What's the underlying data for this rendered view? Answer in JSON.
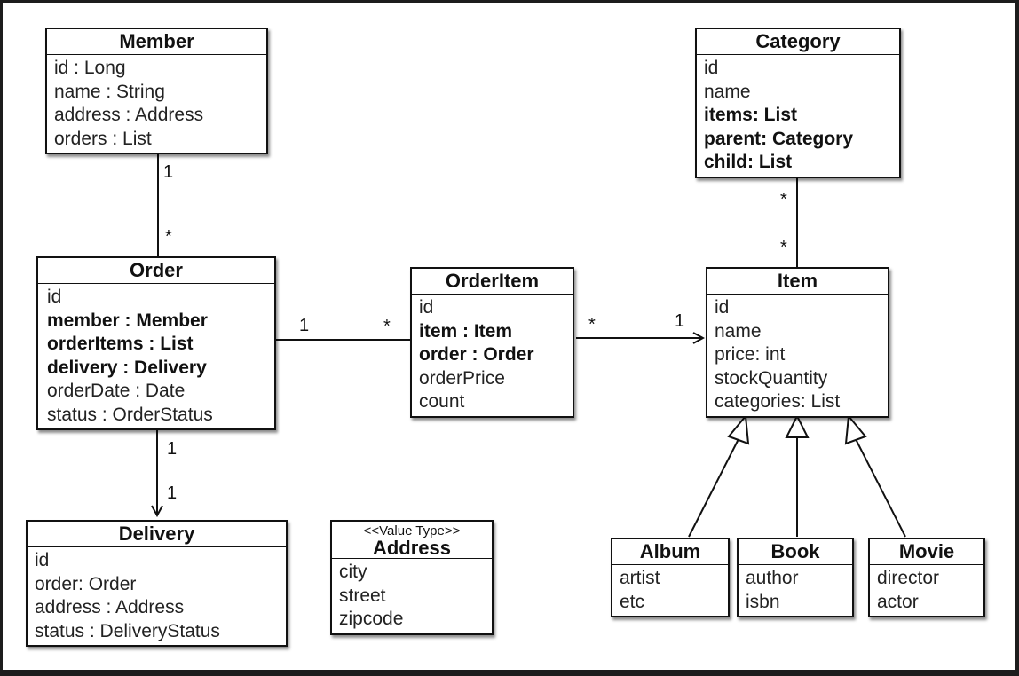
{
  "classes": {
    "member": {
      "name": "Member",
      "attributes": [
        {
          "text": "id : Long",
          "bold": false
        },
        {
          "text": "name : String",
          "bold": false
        },
        {
          "text": "address : Address",
          "bold": false
        },
        {
          "text": "orders : List",
          "bold": false
        }
      ]
    },
    "order": {
      "name": "Order",
      "attributes": [
        {
          "text": "id",
          "bold": false
        },
        {
          "text": "member : Member",
          "bold": true
        },
        {
          "text": "orderItems : List",
          "bold": true
        },
        {
          "text": "delivery : Delivery",
          "bold": true
        },
        {
          "text": "orderDate : Date",
          "bold": false
        },
        {
          "text": "status : OrderStatus",
          "bold": false
        }
      ]
    },
    "delivery": {
      "name": "Delivery",
      "attributes": [
        {
          "text": "id",
          "bold": false
        },
        {
          "text": "order: Order",
          "bold": false
        },
        {
          "text": "address : Address",
          "bold": false
        },
        {
          "text": "status : DeliveryStatus",
          "bold": false
        }
      ]
    },
    "address": {
      "stereotype": "<<Value Type>>",
      "name": "Address",
      "attributes": [
        {
          "text": "city",
          "bold": false
        },
        {
          "text": "street",
          "bold": false
        },
        {
          "text": "zipcode",
          "bold": false
        }
      ]
    },
    "orderitem": {
      "name": "OrderItem",
      "attributes": [
        {
          "text": "id",
          "bold": false
        },
        {
          "text": "item : Item",
          "bold": true
        },
        {
          "text": "order : Order",
          "bold": true
        },
        {
          "text": "orderPrice",
          "bold": false
        },
        {
          "text": "count",
          "bold": false
        }
      ]
    },
    "category": {
      "name": "Category",
      "attributes": [
        {
          "text": "id",
          "bold": false
        },
        {
          "text": "name",
          "bold": false
        },
        {
          "text": "items: List",
          "bold": true
        },
        {
          "text": "parent: Category",
          "bold": true
        },
        {
          "text": "child: List",
          "bold": true
        }
      ]
    },
    "item": {
      "name": "Item",
      "attributes": [
        {
          "text": "id",
          "bold": false
        },
        {
          "text": "name",
          "bold": false
        },
        {
          "text": "price: int",
          "bold": false
        },
        {
          "text": "stockQuantity",
          "bold": false
        },
        {
          "text": "categories: List",
          "bold": false
        }
      ]
    },
    "album": {
      "name": "Album",
      "attributes": [
        {
          "text": "artist",
          "bold": false
        },
        {
          "text": "etc",
          "bold": false
        }
      ]
    },
    "book": {
      "name": "Book",
      "attributes": [
        {
          "text": "author",
          "bold": false
        },
        {
          "text": "isbn",
          "bold": false
        }
      ]
    },
    "movie": {
      "name": "Movie",
      "attributes": [
        {
          "text": "director",
          "bold": false
        },
        {
          "text": "actor",
          "bold": false
        }
      ]
    }
  },
  "multiplicities": {
    "member_order_member_end": "1",
    "member_order_order_end": "*",
    "order_orderitem_order_end": "1",
    "order_orderitem_orderitem_end": "*",
    "orderitem_item_orderitem_end": "*",
    "orderitem_item_item_end": "1",
    "category_item_category_end": "*",
    "category_item_item_end": "*",
    "order_delivery_order_end": "1",
    "order_delivery_delivery_end": "1"
  },
  "colors": {
    "background": "#ffffff",
    "frame": "#1d1d1d",
    "stroke": "#111111"
  }
}
